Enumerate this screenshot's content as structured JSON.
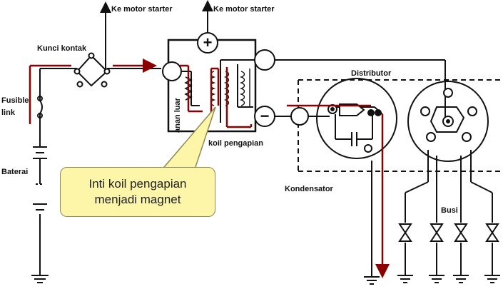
{
  "labels": {
    "motor_starter_1": "Ke motor starter",
    "motor_starter_2": "Ke motor starter",
    "kunci_kontak": "Kunci kontak",
    "fusible_1": "Fusible",
    "fusible_2": "link",
    "baterai": "Baterai",
    "tahanan_luar": "anan luar",
    "koil_pengapian": "koil pengapian",
    "distributor": "Distributor",
    "kondensator": "Kondensator",
    "busi": "Busi"
  },
  "terminals": {
    "plus": "+",
    "minus": "−"
  },
  "callout": {
    "line1": "Inti koil pengapian",
    "line2": "menjadi magnet"
  },
  "colors": {
    "current_flow": "#8b0000",
    "callout_fill": "#fdf6a9",
    "line": "#111111"
  }
}
